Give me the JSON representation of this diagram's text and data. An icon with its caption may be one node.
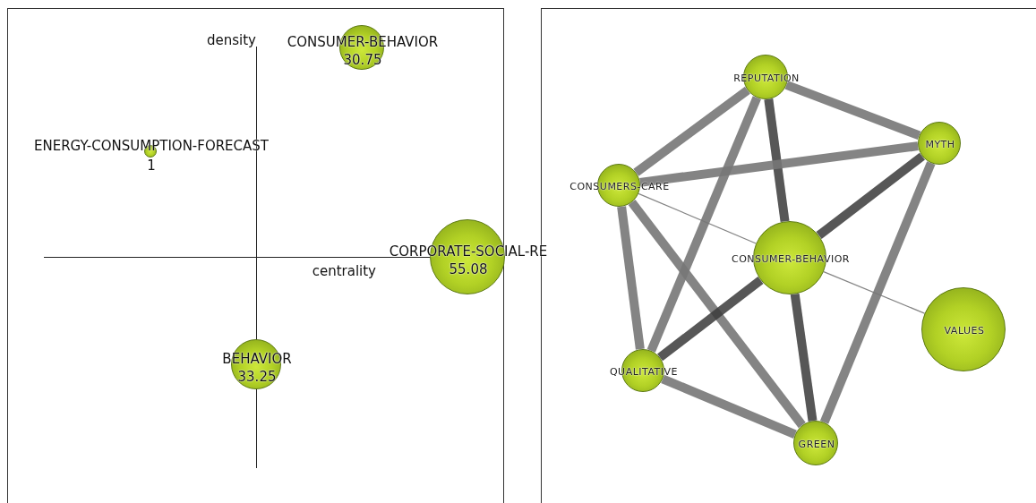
{
  "diagram": {
    "nodes": [
      {
        "text": [
          "CONSUMER-BEHAVIOR",
          "30.75"
        ]
      },
      {
        "text": [
          "ENERGY-CONSUMPTION-FORECAST",
          "1"
        ]
      },
      {
        "text": [
          "CORPORATE-SOCIAL-RE",
          "55.08"
        ]
      },
      {
        "text": [
          "BEHAVIOR",
          "33.25"
        ]
      },
      {
        "text": [
          "REPUTATION"
        ]
      },
      {
        "text": [
          "MYTH"
        ]
      },
      {
        "text": [
          "CONSUMERS-CARE"
        ]
      },
      {
        "text": [
          "CONSUMER-BEHAVIOR"
        ]
      },
      {
        "text": [
          "VALUES"
        ]
      },
      {
        "text": [
          "QUALITATIVE"
        ]
      },
      {
        "text": [
          "GREEN"
        ]
      }
    ],
    "edges": [
      {
        "from": 4,
        "to": 5,
        "arrow": "none"
      },
      {
        "from": 4,
        "to": 6,
        "arrow": "none"
      },
      {
        "from": 4,
        "to": 7,
        "arrow": "none",
        "color": "#3a3a3a"
      },
      {
        "from": 4,
        "to": 9,
        "arrow": "none"
      },
      {
        "from": 6,
        "to": 5,
        "arrow": "none"
      },
      {
        "from": 6,
        "to": 7,
        "arrow": "none"
      },
      {
        "from": 6,
        "to": 9,
        "arrow": "none"
      },
      {
        "from": 6,
        "to": 10,
        "arrow": "none"
      },
      {
        "from": 5,
        "to": 7,
        "arrow": "none",
        "color": "#3a3a3a"
      },
      {
        "from": 5,
        "to": 10,
        "arrow": "none"
      },
      {
        "from": 7,
        "to": 9,
        "arrow": "none",
        "color": "#3a3a3a"
      },
      {
        "from": 7,
        "to": 10,
        "arrow": "none",
        "color": "#3a3a3a"
      },
      {
        "from": 7,
        "to": 8,
        "arrow": "none"
      },
      {
        "from": 9,
        "to": 10,
        "arrow": "none"
      }
    ],
    "labels": [
      "density",
      "centrality"
    ]
  }
}
